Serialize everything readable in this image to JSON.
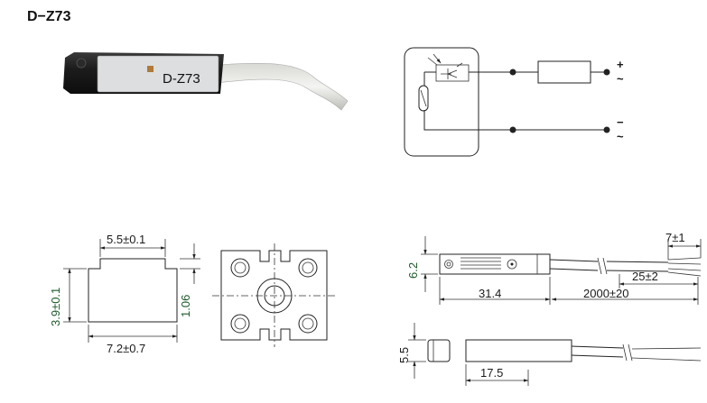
{
  "title": "D−Z73",
  "photo": {
    "product_label": "D-Z73"
  },
  "circuit": {
    "terminal_plus": "+",
    "terminal_minus": "−",
    "ac_symbol": "~"
  },
  "front_view": {
    "dim_width_top": "5.5±0.1",
    "dim_width_bottom": "7.2±0.7",
    "dim_height_left": "3.9±0.1",
    "dim_height_right": "1.06"
  },
  "side_view": {
    "dim_height": "6.2",
    "dim_body_length": "31.4",
    "dim_cable_length": "2000±20",
    "dim_strip_length": "25±2",
    "dim_wire_end": "7±1"
  },
  "bottom_view": {
    "dim_height": "5.5",
    "dim_length": "17.5"
  }
}
